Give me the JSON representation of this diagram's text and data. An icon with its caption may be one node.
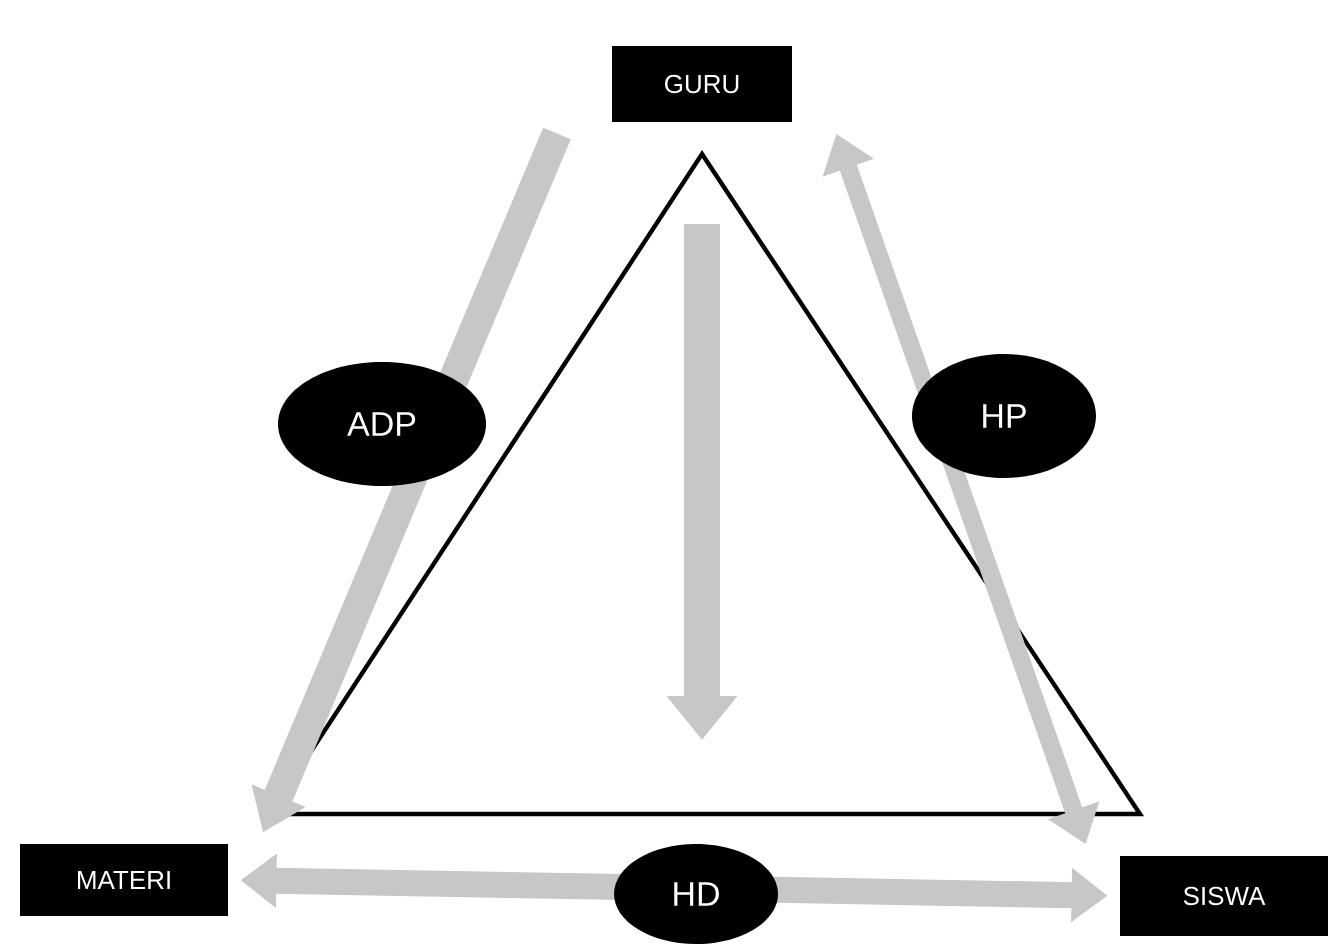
{
  "diagram": {
    "nodes": [
      {
        "text": [
          "GURU"
        ]
      },
      {
        "text": [
          "MATERI"
        ]
      },
      {
        "text": [
          "SISWA"
        ]
      }
    ],
    "edges": [
      {
        "from": 0,
        "to": 1,
        "arrow": "to",
        "label": "ADP"
      },
      {
        "from": 0,
        "to": 2,
        "arrow": "both",
        "label": "HP"
      },
      {
        "from": 1,
        "to": 2,
        "arrow": "both",
        "label": "HD"
      }
    ]
  }
}
